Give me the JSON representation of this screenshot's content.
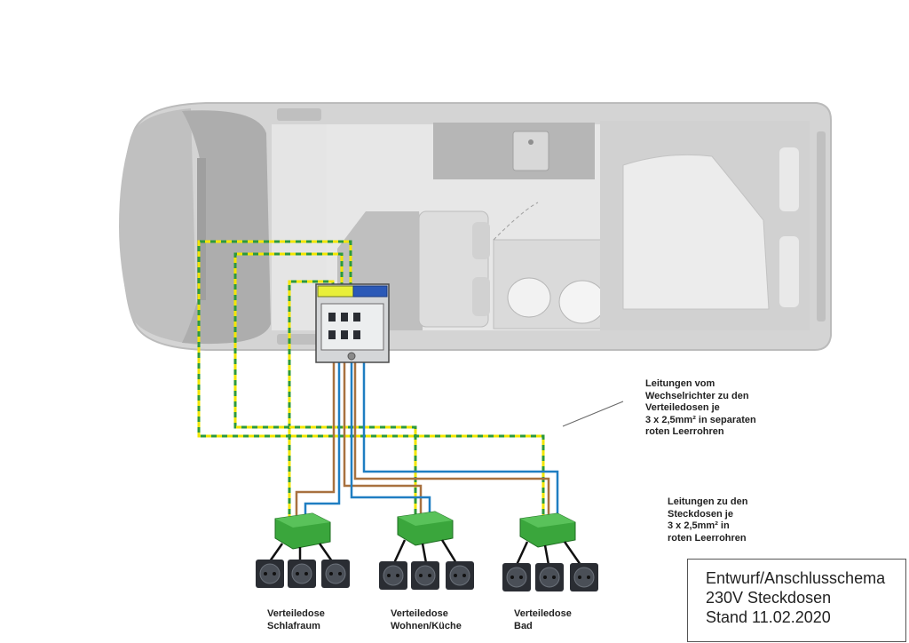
{
  "notes": {
    "inverter_lines": "Leitungen vom\nWechselrichter zu den\nVerteiledosen je\n3 x 2,5mm² in separaten\nroten Leerrohren",
    "socket_lines": "Leitungen zu den\nSteckdosen je\n3 x 2,5mm² in\nroten Leerrohren"
  },
  "boxes": [
    {
      "label": "Verteiledose\nSchlafraum"
    },
    {
      "label": "Verteiledose\nWohnen/Küche"
    },
    {
      "label": "Verteiledose\nBad"
    }
  ],
  "title_block": {
    "line1": "Entwurf/Anschlusschema",
    "line2": "230V Steckdosen",
    "line3": "Stand 11.02.2020"
  },
  "colors": {
    "earth_yellow": "#f2e600",
    "earth_green": "#2e9a3a",
    "neutral_blue": "#1f7ec2",
    "phase_brown": "#a8713f",
    "box_green": "#3aa63c",
    "socket_dark": "#2a2d33",
    "van_grey": "#c8c8c8"
  }
}
